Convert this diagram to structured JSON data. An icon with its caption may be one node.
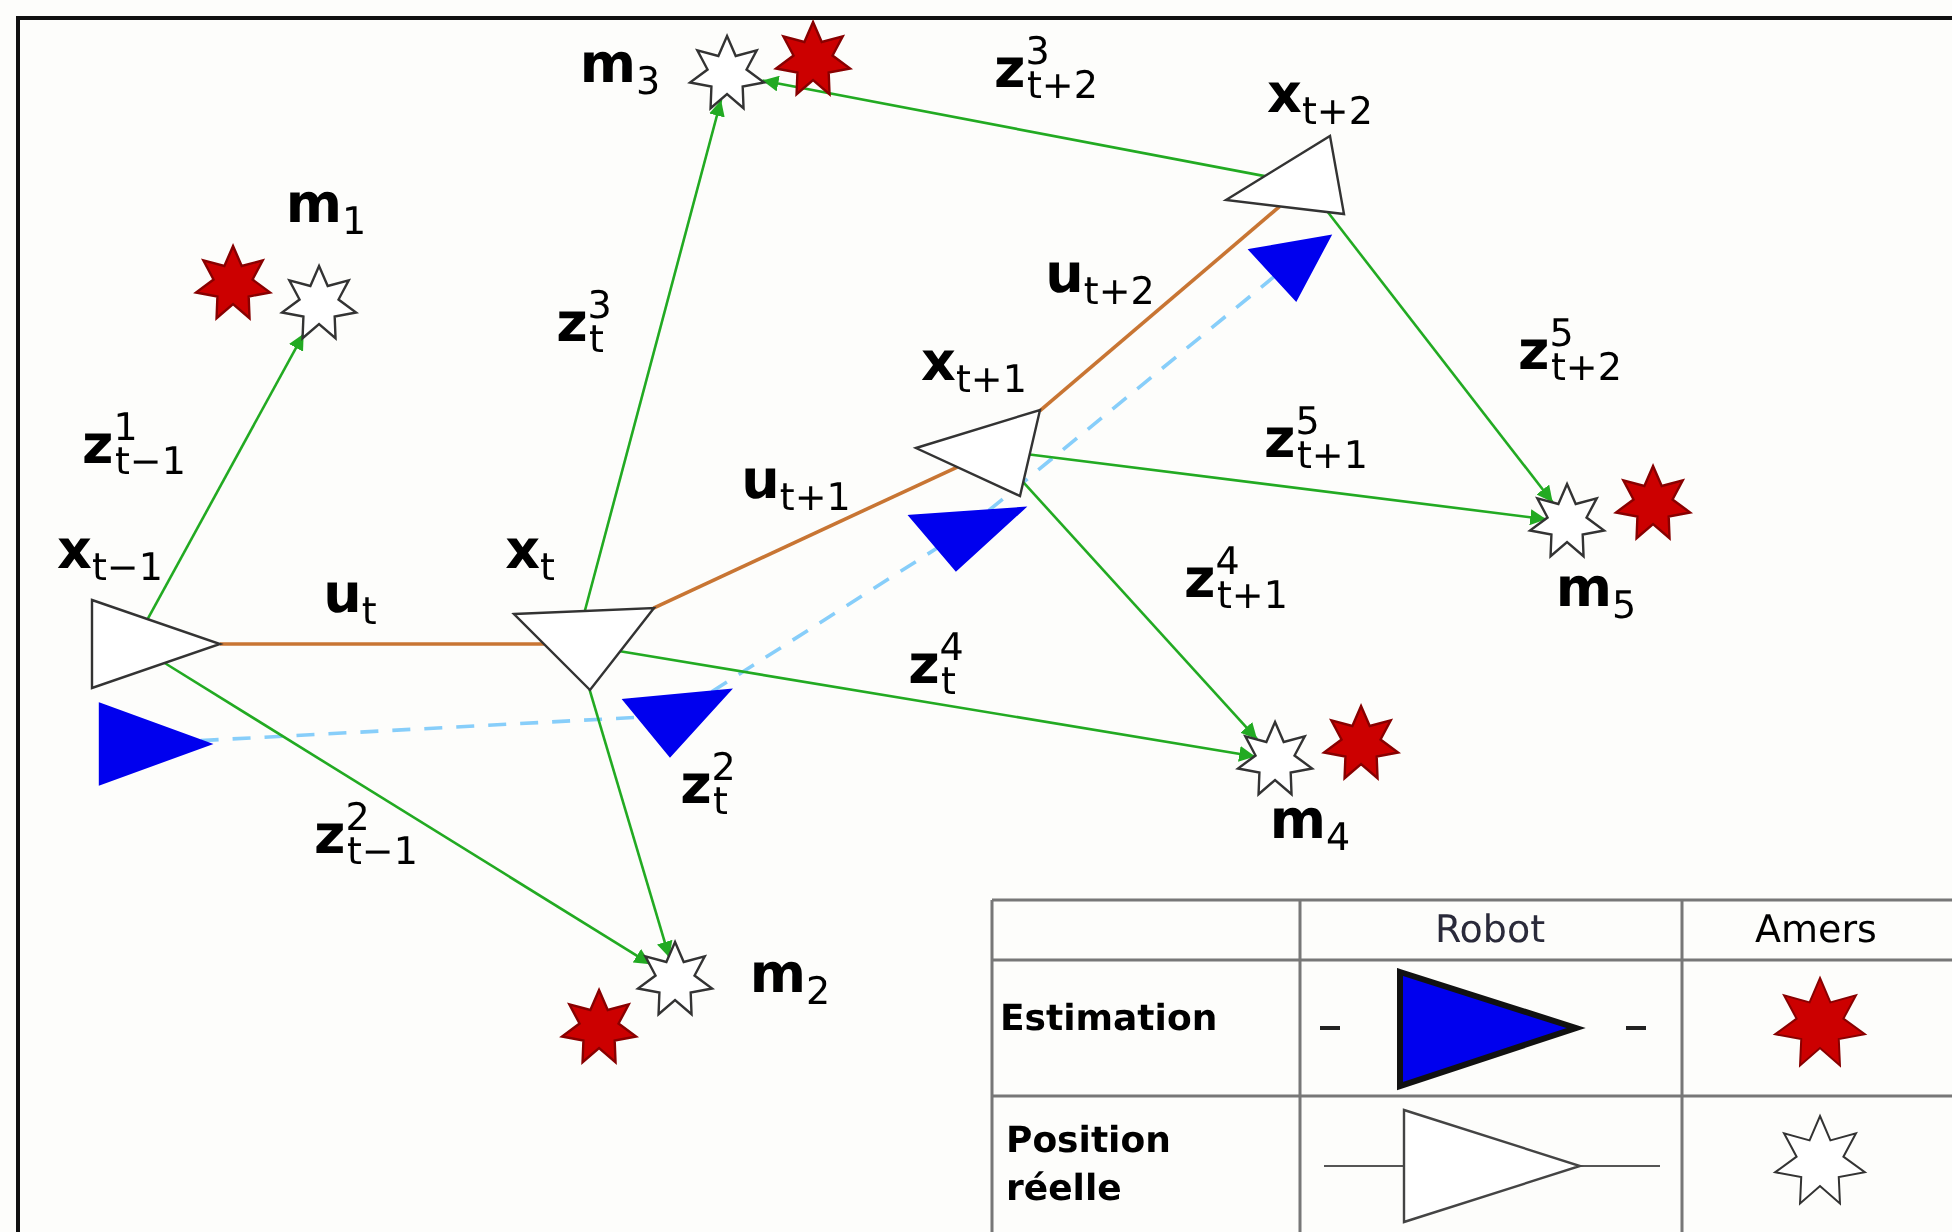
{
  "diagram": {
    "nodes": [
      {
        "text": [],
        "shape": "triangle",
        "beside": [
          "**x**$_{t−1}$"
        ]
      },
      {
        "text": [],
        "shape": "triangle"
      },
      {
        "text": [],
        "shape": "triangle",
        "beside": [
          "**x**$_{t}$"
        ]
      },
      {
        "text": [],
        "shape": "triangle"
      },
      {
        "text": [],
        "shape": "triangle",
        "beside": [
          "**x**$_{t+1}$"
        ]
      },
      {
        "text": [],
        "shape": "triangle"
      },
      {
        "text": [],
        "shape": "triangle",
        "beside": [
          "**x**$_{t+2}$"
        ]
      },
      {
        "text": [],
        "shape": "triangle"
      },
      {
        "text": [],
        "shape": "star",
        "beside": [
          "**m**$_{1}$"
        ]
      },
      {
        "text": [],
        "shape": "star"
      },
      {
        "text": [],
        "shape": "star",
        "beside": [
          "**m**$_{2}$"
        ]
      },
      {
        "text": [],
        "shape": "star"
      },
      {
        "text": [],
        "shape": "star",
        "beside": [
          "**m**$_{3}$"
        ]
      },
      {
        "text": [],
        "shape": "star"
      },
      {
        "text": [],
        "shape": "star",
        "beside": [
          "**m**$_{4}$"
        ]
      },
      {
        "text": [],
        "shape": "star"
      },
      {
        "text": [],
        "shape": "star",
        "beside": [
          "**m**$_{5}$"
        ]
      },
      {
        "text": [],
        "shape": "star"
      }
    ],
    "edges": [
      {
        "from": 0,
        "to": 2,
        "arrow": "none",
        "label": "**u**$_{t}$",
        "color": "#c87533"
      },
      {
        "from": 2,
        "to": 4,
        "arrow": "none",
        "label": "**u**$_{t+1}$",
        "color": "#c87533"
      },
      {
        "from": 4,
        "to": 6,
        "arrow": "none",
        "label": "**u**$_{t+2}$",
        "color": "#c87533"
      },
      {
        "from": 1,
        "to": 3,
        "arrow": "none",
        "style": "dashed",
        "color": "#87cefa"
      },
      {
        "from": 3,
        "to": 5,
        "arrow": "none",
        "style": "dashed",
        "color": "#87cefa"
      },
      {
        "from": 5,
        "to": 7,
        "arrow": "none",
        "style": "dashed",
        "color": "#87cefa"
      },
      {
        "from": 0,
        "to": 8,
        "arrow": "to",
        "label": "**z**$^{1}$$_{t−1}$"
      },
      {
        "from": 0,
        "to": 10,
        "arrow": "to",
        "label": "**z**$^{2}$$_{t−1}$"
      },
      {
        "from": 2,
        "to": 12,
        "arrow": "to",
        "label": "**z**$^{3}$$_{t}$"
      },
      {
        "from": 2,
        "to": 10,
        "arrow": "to",
        "label": "**z**$^{2}$$_{t}$"
      },
      {
        "from": 2,
        "to": 14,
        "arrow": "to",
        "label": "**z**$^{4}$$_{t}$"
      },
      {
        "from": 4,
        "to": 16,
        "arrow": "to",
        "label": "**z**$^{5}$$_{t+1}$"
      },
      {
        "from": 4,
        "to": 14,
        "arrow": "to",
        "label": "**z**$^{4}$$_{t+1}$"
      },
      {
        "from": 6,
        "to": 12,
        "arrow": "to",
        "label": "**z**$^{3}$$_{t+2}$"
      },
      {
        "from": 6,
        "to": 16,
        "arrow": "to",
        "label": "**z**$^{5}$$_{t+2}$"
      }
    ],
    "labels": [
      "Robot",
      "Amers",
      "Estimation",
      "Position réelle"
    ]
  }
}
